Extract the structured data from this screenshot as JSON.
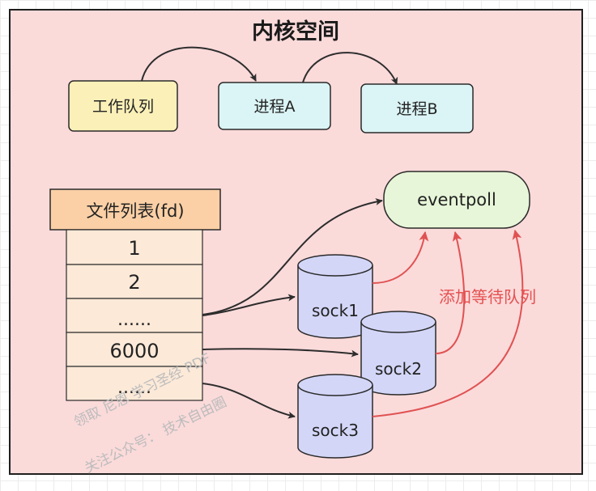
{
  "title": "内核空间",
  "queue_nodes": {
    "work_queue": "工作队列",
    "process_a": "进程A",
    "process_b": "进程B"
  },
  "fd_table": {
    "header": "文件列表(fd)",
    "rows": [
      "1",
      "2",
      "......",
      "6000",
      "......"
    ]
  },
  "eventpoll": "eventpoll",
  "sockets": [
    "sock1",
    "sock2",
    "sock3"
  ],
  "annotation": "添加等待队列",
  "watermark": {
    "line1": "领取 尼恩 学习圣经 PDF",
    "line2": "关注公众号： 技术自由圈"
  },
  "colors": {
    "kernel_bg": "#fbdada",
    "work_queue_fill": "#faf0b8",
    "process_fill": "#dbf4f5",
    "fd_header_fill": "#fbd0a6",
    "fd_row_fill": "#fce9d8",
    "eventpoll_fill": "#e7f6d8",
    "sock_fill": "#d3d6f7",
    "arrow_dark": "#2d2d2d",
    "arrow_red": "#e05252"
  }
}
